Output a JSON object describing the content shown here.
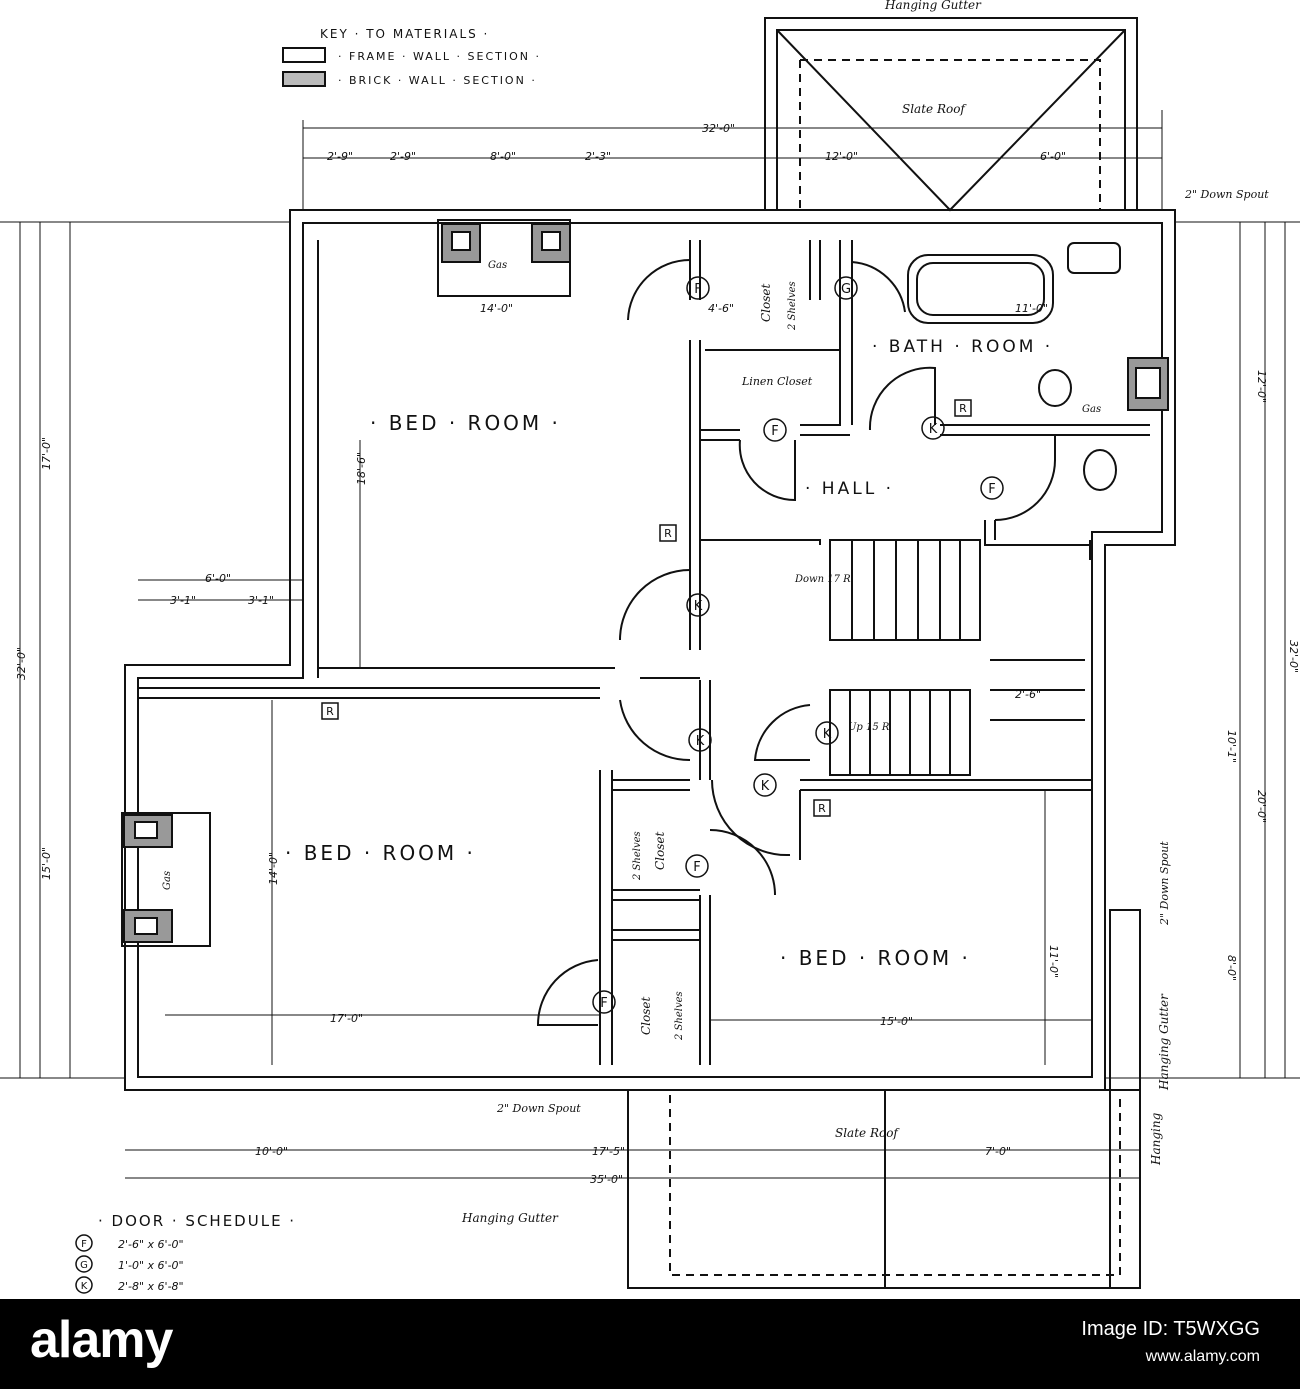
{
  "key": {
    "title": "KEY · TO MATERIALS ·",
    "frame": "· FRAME · WALL · SECTION ·",
    "brick": "· BRICK · WALL · SECTION ·"
  },
  "rooms": {
    "bed_room_nw": "· BED · ROOM ·",
    "bed_room_sw": "· BED · ROOM ·",
    "bed_room_se": "· BED · ROOM ·",
    "bath_room": "· BATH · ROOM ·",
    "hall": "· HALL ·"
  },
  "labels": {
    "closet_top": "Closet",
    "shelves_top": "2 Shelves",
    "linen_closet": "Linen Closet",
    "closet_mid": "Closet",
    "shelves_mid": "2 Shelves",
    "closet_low": "Closet",
    "shelves_low": "2 Shelves",
    "slate_roof_top": "Slate Roof",
    "slate_roof_bottom": "Slate Roof",
    "hanging_gutter_top": "Hanging Gutter",
    "hanging_gutter_bottom": "Hanging Gutter",
    "hanging_gutter_right": "Hanging Gutter",
    "hanging_gutter_vertical": "Hanging",
    "down_spout_top": "2\" Down Spout",
    "down_spout_right": "2\" Down Spout",
    "down_spout_bottom": "2\" Down Spout",
    "down_stairs": "Down 17 R",
    "up_stairs": "Up 15 R",
    "gas_top": "Gas",
    "gas_bath": "Gas",
    "gas_left": "Gas"
  },
  "dimensions": {
    "top_total": "32'-0\"",
    "top_a": "2'-9\"",
    "top_b": "2'-9\"",
    "top_c": "8'-0\"",
    "top_d": "2'-3\"",
    "top_e": "12'-0\"",
    "top_f": "6'-0\"",
    "bed_nw_w": "14'-0\"",
    "bed_nw_h": "18'-6\"",
    "closet_w": "4'-6\"",
    "bath_w": "11'-0\"",
    "bed_sw_w": "17'-0\"",
    "bed_sw_h": "14'-0\"",
    "bed_se_w": "15'-0\"",
    "bed_se_h": "11'-0\"",
    "stairs_w": "2'-6\"",
    "bottom_a": "10'-0\"",
    "bottom_b": "17'-5\"",
    "bottom_c": "7'-0\"",
    "bottom_total": "35'-0\"",
    "left_a": "17'-0\"",
    "left_total": "32'-0\"",
    "left_b": "15'-0\"",
    "right_total": "32'-0\"",
    "right_a": "12'-0\"",
    "right_b": "10'-1\"",
    "right_c": "20'-0\"",
    "right_d": "8'-0\"",
    "left_ext": "6'-0\"",
    "left_ext_a": "3'-1\"",
    "left_ext_b": "3'-1\""
  },
  "door_tags": {
    "f": "F",
    "g": "G",
    "k": "K",
    "r": "R"
  },
  "schedule": {
    "title": "· DOOR · SCHEDULE ·",
    "rows": [
      {
        "tag": "F",
        "size": "2'-6\" x 6'-0\""
      },
      {
        "tag": "G",
        "size": "1'-0\" x 6'-0\""
      },
      {
        "tag": "K",
        "size": "2'-8\" x 6'-8\""
      }
    ]
  },
  "watermark": {
    "logo": "alamy",
    "image_id": "Image ID: T5WXGG",
    "url": "www.alamy.com"
  }
}
